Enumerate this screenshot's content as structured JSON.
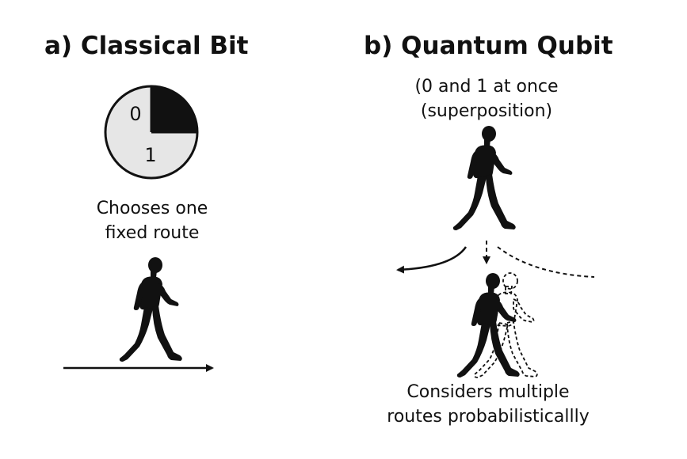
{
  "panel_a": {
    "title": "a) Classical Bit",
    "label_zero": "0",
    "label_one": "1",
    "caption_line1": "Chooses one",
    "caption_line2": "fixed route"
  },
  "panel_b": {
    "title": "b) Quantum Qubit",
    "subtitle_line1": "(0 and 1 at once",
    "subtitle_line2": "(superposition)",
    "caption_line1": "Considers multiple",
    "caption_line2": "routes probabilisticallly"
  },
  "colors": {
    "ink": "#111111",
    "dial_fill": "#e6e6e6",
    "background": "#ffffff"
  }
}
